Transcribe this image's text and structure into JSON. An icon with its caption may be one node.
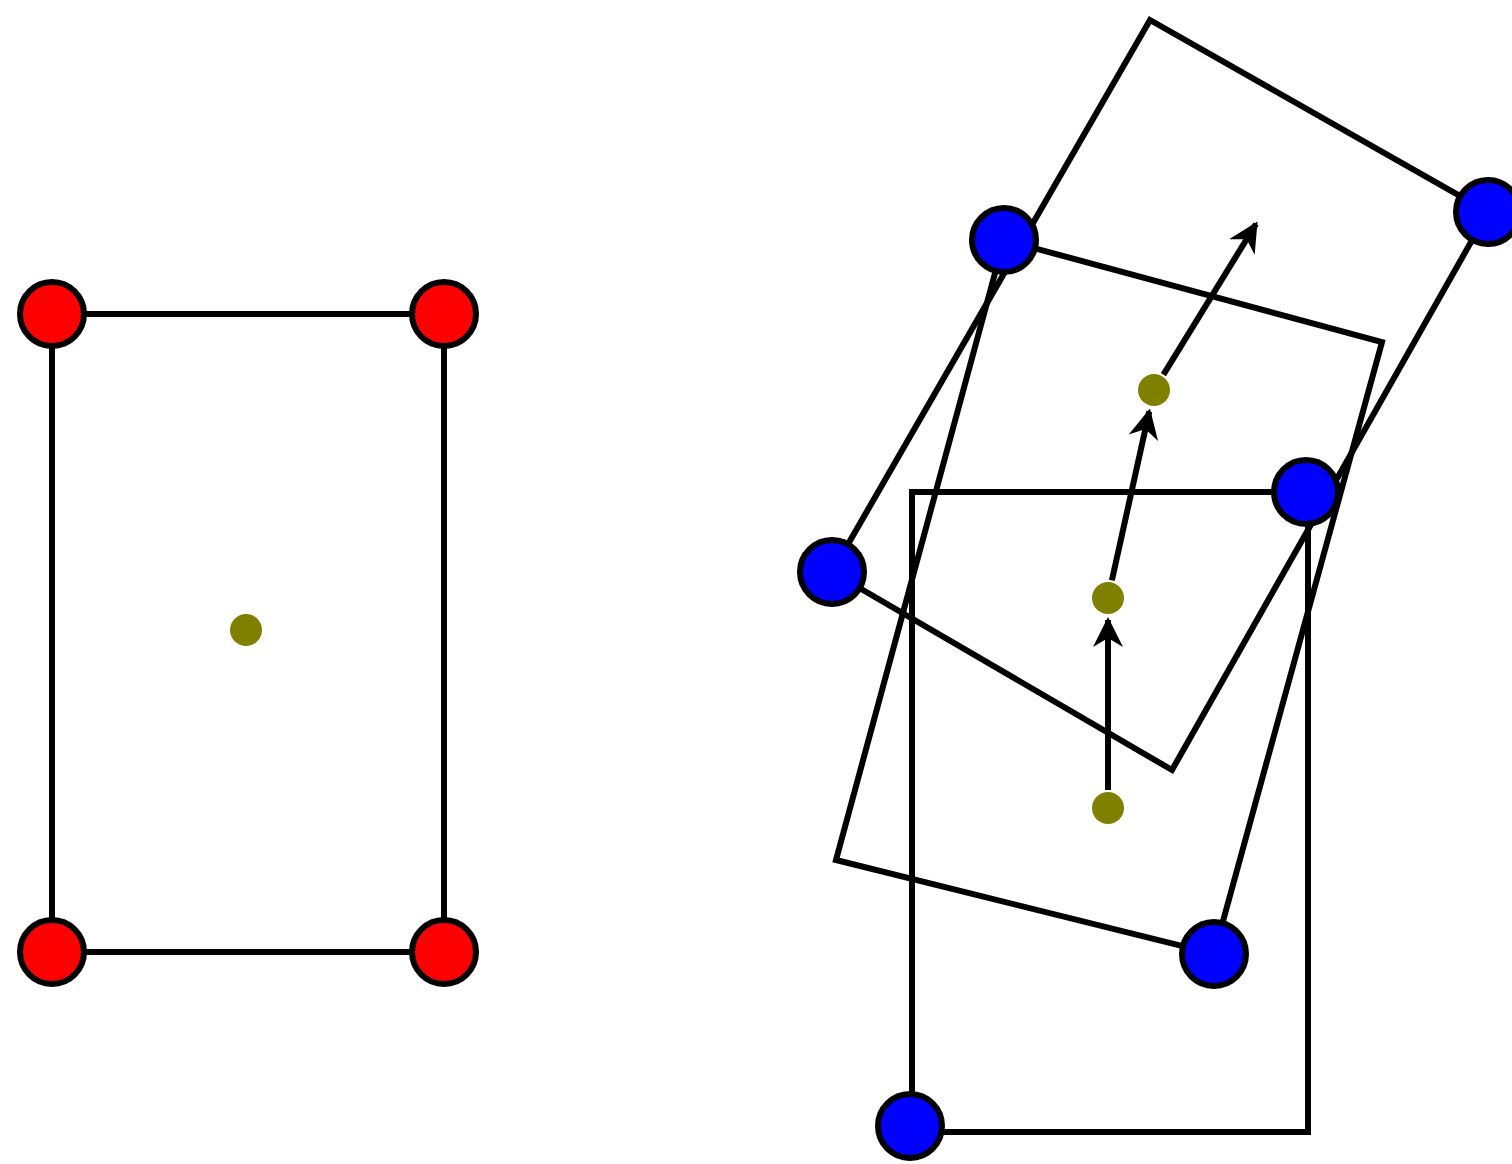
{
  "diagram": {
    "nodes": [
      {
        "text": [],
        "shape": "circle"
      },
      {
        "text": [],
        "shape": "circle"
      },
      {
        "text": [],
        "shape": "circle"
      },
      {
        "text": [],
        "shape": "circle"
      }
    ],
    "edges": [
      {
        "from": 1,
        "to": 2,
        "arrow": "to"
      },
      {
        "from": 2,
        "to": 3,
        "arrow": "to"
      },
      {
        "from": 3,
        "to": null,
        "arrow": "to"
      }
    ]
  }
}
